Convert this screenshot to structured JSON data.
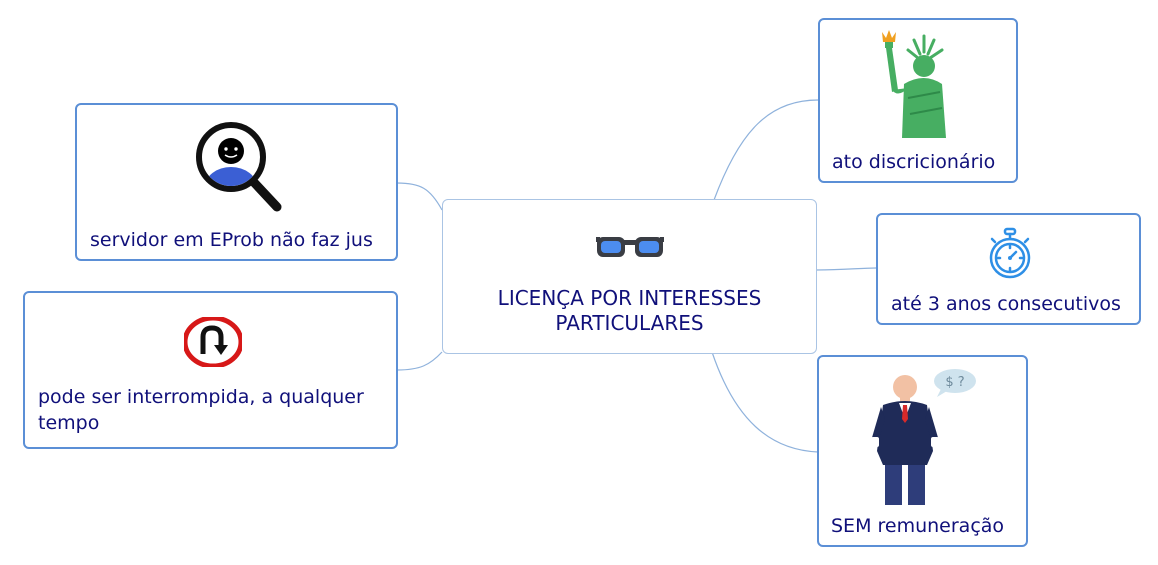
{
  "central": {
    "title": "LICENÇA POR INTERESSES PARTICULARES",
    "icon": "glasses-icon"
  },
  "branches": {
    "servidor": {
      "label": "servidor em EProb não faz jus",
      "icon": "magnifier-person-icon"
    },
    "interrompida": {
      "label": "pode ser interrompida, a qualquer tempo",
      "icon": "u-turn-sign-icon"
    },
    "discricionario": {
      "label": "ato discricionário",
      "icon": "statue-of-liberty-icon"
    },
    "consecutivos": {
      "label": "até 3 anos consecutivos",
      "icon": "stopwatch-icon"
    },
    "remuneracao": {
      "label": "SEM remuneração",
      "icon": "businessman-empty-pockets-icon",
      "bubble_text": "$ ?"
    }
  },
  "colors": {
    "text": "#10107a",
    "node_border": "#5b8fd6",
    "connector": "#8fb2dc"
  }
}
